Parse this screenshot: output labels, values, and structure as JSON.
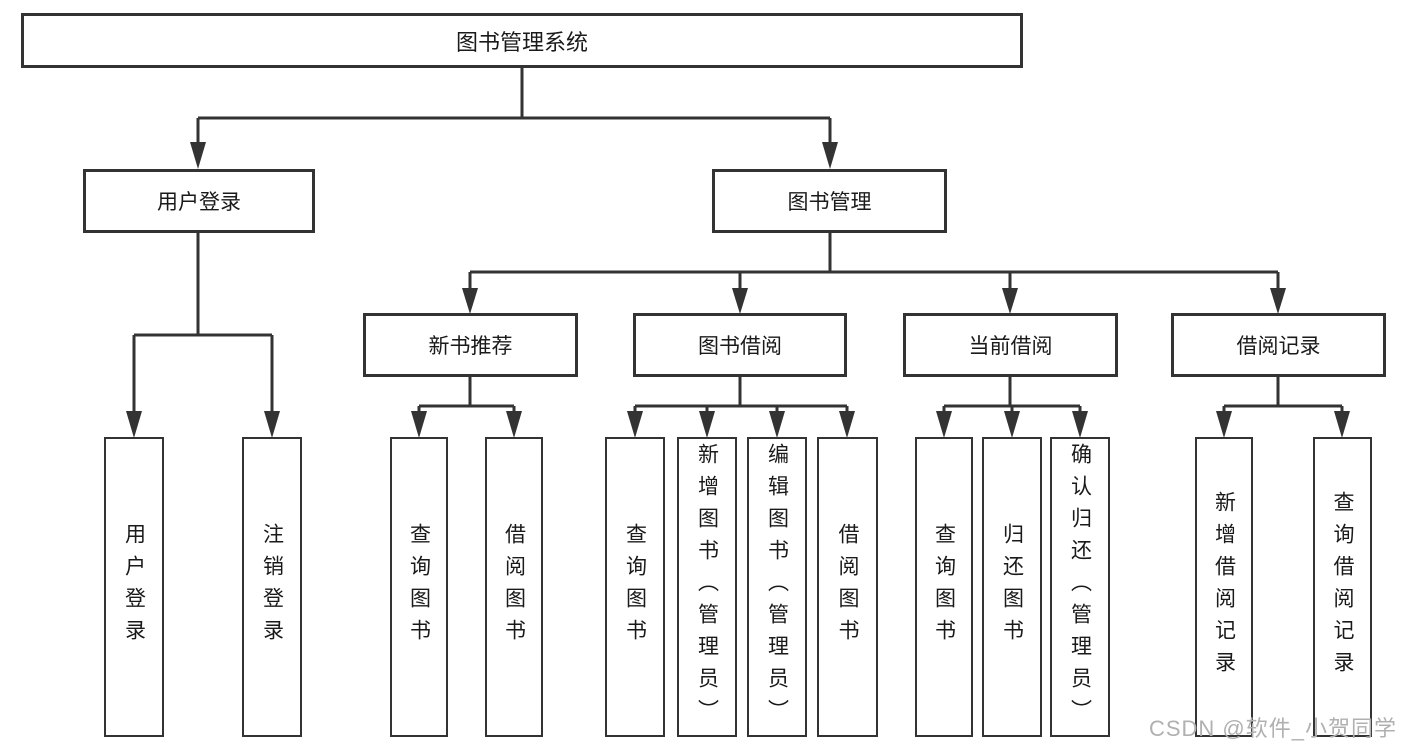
{
  "colors": {
    "line": "#333333",
    "text": "#1a1a1a",
    "watermark": "#b0b0b0",
    "background": "#ffffff"
  },
  "diagram": {
    "type": "hierarchy-tree",
    "root": {
      "label": "图书管理系统"
    },
    "level2": [
      {
        "label": "用户登录"
      },
      {
        "label": "图书管理"
      }
    ],
    "level3": [
      {
        "label": "新书推荐"
      },
      {
        "label": "图书借阅"
      },
      {
        "label": "当前借阅"
      },
      {
        "label": "借阅记录"
      }
    ],
    "leaves": {
      "user_login": [
        {
          "label": "用户登录"
        },
        {
          "label": "注销登录"
        }
      ],
      "new_book_recommendation": [
        {
          "label": "查询图书"
        },
        {
          "label": "借阅图书"
        }
      ],
      "book_borrowing": [
        {
          "label": "查询图书"
        },
        {
          "label": "新增图书（管理员）"
        },
        {
          "label": "编辑图书（管理员）"
        },
        {
          "label": "借阅图书"
        }
      ],
      "current_borrowing": [
        {
          "label": "查询图书"
        },
        {
          "label": "归还图书"
        },
        {
          "label": "确认归还（管理员）"
        }
      ],
      "borrowing_records": [
        {
          "label": "新增借阅记录"
        },
        {
          "label": "查询借阅记录"
        }
      ]
    },
    "watermark": "CSDN @软件_小贺同学"
  }
}
